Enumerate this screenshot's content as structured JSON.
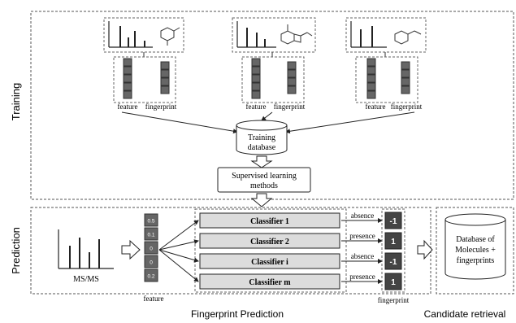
{
  "sections": {
    "training": "Training",
    "prediction": "Prediction"
  },
  "training": {
    "samples": [
      {
        "feature_label": "feature",
        "fingerprint_label": "fingerprint"
      },
      {
        "feature_label": "feature",
        "fingerprint_label": "fingerprint"
      },
      {
        "feature_label": "feature",
        "fingerprint_label": "fingerprint"
      }
    ],
    "database_line1": "Training",
    "database_line2": "database",
    "methods_line1": "Supervised learning",
    "methods_line2": "methods"
  },
  "prediction": {
    "spectrum_label": "MS/MS",
    "feature_label": "feature",
    "feature_values": [
      "0.5",
      "0.1",
      "0",
      "0",
      "0.2"
    ],
    "classifiers": [
      {
        "name": "Classifier 1",
        "decision": "absence",
        "bit": "-1"
      },
      {
        "name": "Classifier 2",
        "decision": "presence",
        "bit": "1"
      },
      {
        "name": "Classifier i",
        "decision": "absence",
        "bit": "-1"
      },
      {
        "name": "Classifier m",
        "decision": "presence",
        "bit": "1"
      }
    ],
    "fingerprint_label": "fingerprint",
    "database_text": [
      "Database of",
      "Molecules +",
      "fingerprints"
    ]
  },
  "footer": {
    "left": "Fingerprint Prediction",
    "right": "Candidate retrieval"
  },
  "colors": {
    "panel_border": "#555555",
    "bar_fill": "#666666",
    "classifier_fill": "#dcdcdc",
    "bit_fill": "#444444"
  }
}
